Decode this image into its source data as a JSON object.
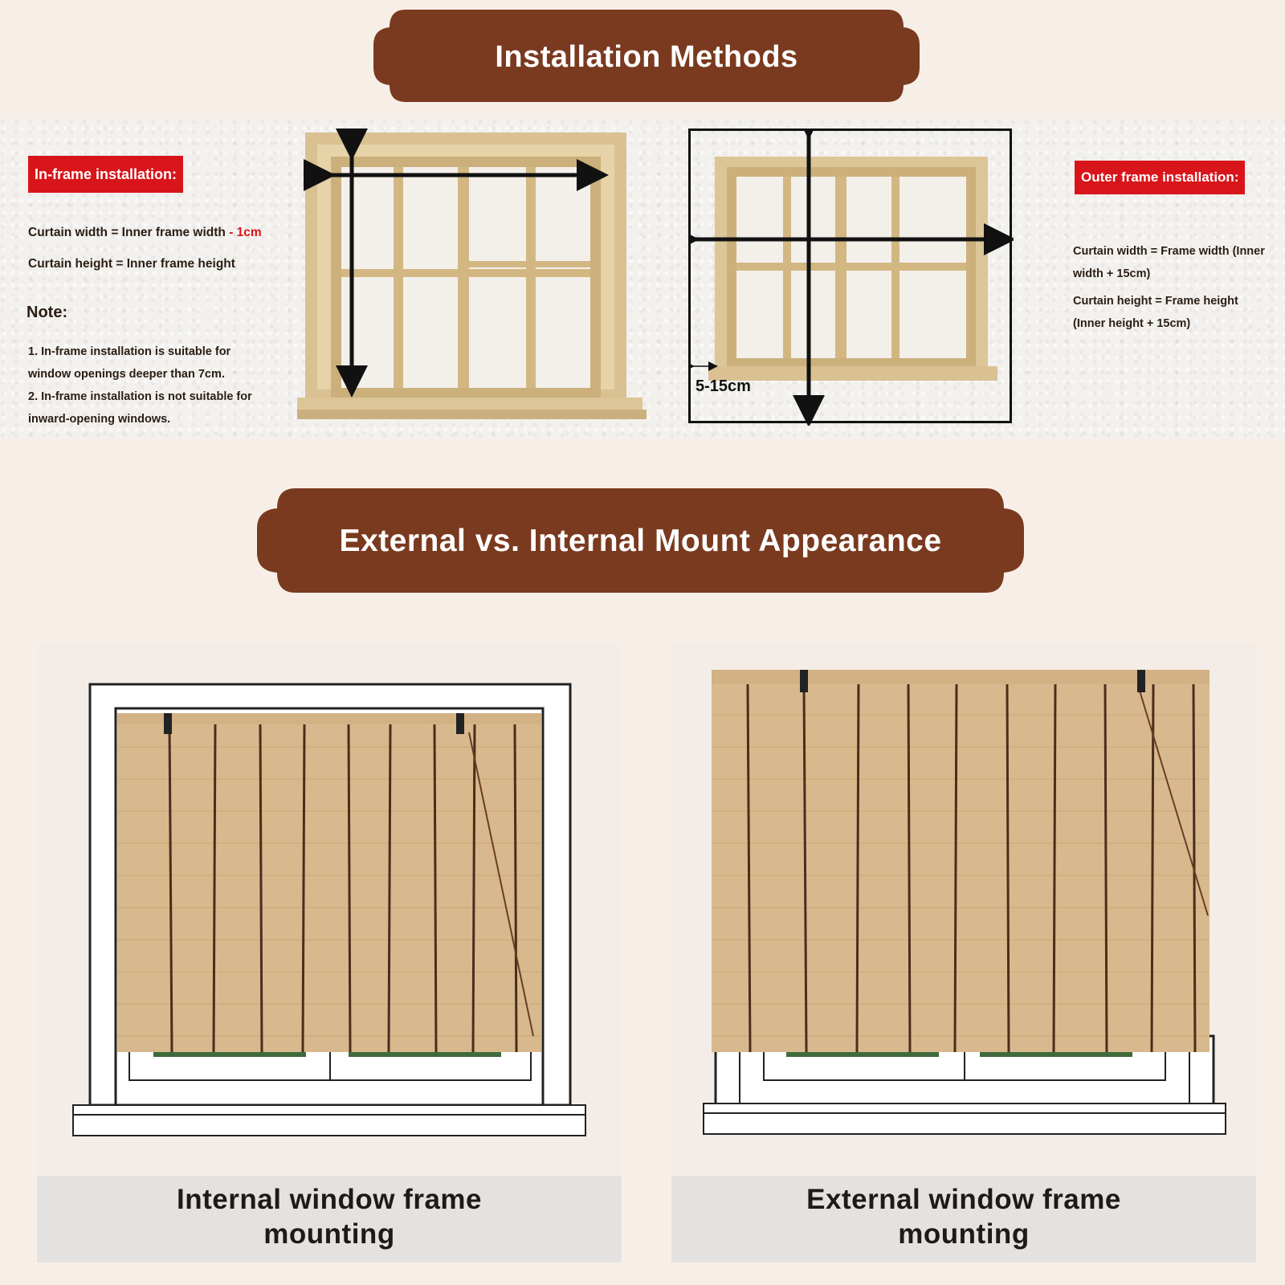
{
  "top_banner": {
    "title": "Installation Methods"
  },
  "in_frame": {
    "label": "In-frame installation:",
    "width_formula": "Curtain width = Inner frame width ",
    "width_formula_highlight": "- 1cm",
    "height_formula": "Curtain height = Inner frame height",
    "note_title": "Note:",
    "note_lines": [
      "1. In-frame installation is suitable for",
      "window openings deeper than 7cm.",
      "2. In-frame installation is not suitable for",
      "inward-opening windows."
    ]
  },
  "outer_frame": {
    "label": "Outer frame installation:",
    "width_formula_lines": [
      "Curtain width = Frame width (Inner",
      "width + 15cm)"
    ],
    "height_formula_lines": [
      "Curtain height = Frame height",
      "(Inner height + 15cm)"
    ],
    "margin_label": "5-15cm"
  },
  "bottom_banner": {
    "title": "External vs. Internal Mount Appearance"
  },
  "internal_panel": {
    "caption_lines": [
      "Internal window frame",
      "mounting"
    ]
  },
  "external_panel": {
    "caption_lines": [
      "External window frame",
      "mounting"
    ]
  },
  "colors": {
    "banner": "#7a3a1f",
    "label_red": "#d8151a",
    "bamboo": "#d8b98d",
    "wood": "#d7bd8a"
  }
}
